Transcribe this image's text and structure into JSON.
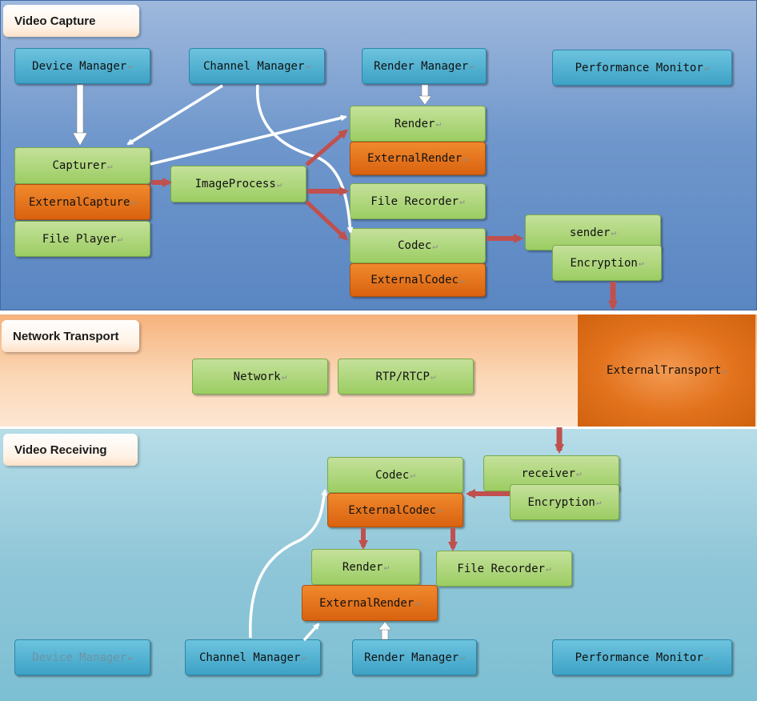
{
  "sections": {
    "capture": {
      "title": "Video Capture"
    },
    "network": {
      "title": "Network Transport"
    },
    "receive": {
      "title": "Video Receiving"
    }
  },
  "capture": {
    "device_manager": "Device Manager",
    "channel_manager": "Channel Manager",
    "render_manager": "Render Manager",
    "performance_monitor": "Performance Monitor",
    "capturer": "Capturer",
    "external_capture": "ExternalCapture",
    "file_player": "File Player",
    "image_process": "ImageProcess",
    "render": "Render",
    "external_render": "ExternalRender",
    "file_recorder": "File Recorder",
    "codec": "Codec",
    "external_codec": "ExternalCodec",
    "sender": "sender",
    "encryption": "Encryption"
  },
  "network": {
    "network": "Network",
    "rtp_rtcp": "RTP/RTCP",
    "external_transport": "ExternalTransport"
  },
  "receive": {
    "codec": "Codec",
    "external_codec": "ExternalCodec",
    "receiver": "receiver",
    "encryption": "Encryption",
    "render": "Render",
    "external_render": "ExternalRender",
    "file_recorder": "File Recorder",
    "device_manager": "Device Manager",
    "channel_manager": "Channel Manager",
    "render_manager": "Render Manager",
    "performance_monitor": "Performance Monitor"
  },
  "paragraph_mark": "↵",
  "colors": {
    "manager_box": "#3ea2c6",
    "module_box": "#9ccd63",
    "external_box": "#d9620f",
    "data_arrow": "#c0504d",
    "control_arrow": "#ffffff"
  }
}
